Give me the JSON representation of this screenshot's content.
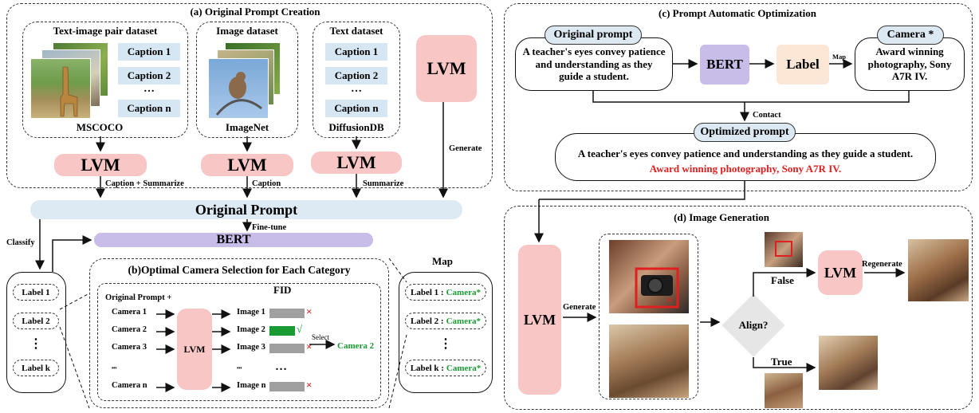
{
  "colors": {
    "lvm": "#f9c6c6",
    "bert": "#c8bde8",
    "label": "#fce6d6",
    "original_prompt_bar": "#dde9f3",
    "caption": "#d6e6f2",
    "green": "#1a9a33",
    "red": "#e02020"
  },
  "section_a": {
    "title": "(a) Original Prompt Creation",
    "text_image": {
      "title": "Text-image pair dataset",
      "captions": [
        "Caption 1",
        "Caption 2",
        "…",
        "Caption n"
      ],
      "name": "MSCOCO"
    },
    "image": {
      "title": "Image dataset",
      "name": "ImageNet"
    },
    "text": {
      "title": "Text dataset",
      "captions": [
        "Caption 1",
        "Caption 2",
        "…",
        "Caption n"
      ],
      "name": "DiffusionDB"
    },
    "lvm": "LVM",
    "generate": "Generate",
    "edge_labels": [
      "Caption + Summarize",
      "Caption",
      "Summarize"
    ]
  },
  "original_prompt": "Original  Prompt",
  "fine_tune": "Fine-tune",
  "bert": "BERT",
  "classify": "Classify",
  "labels": [
    "Label 1",
    "Label 2",
    "⋮",
    "Label k"
  ],
  "section_b": {
    "title": "(b)Optimal Camera Selection for Each Category",
    "fid": "FID",
    "prompt_plus": "Original Prompt +",
    "cameras": [
      "Camera 1",
      "Camera 2",
      "Camera 3",
      "┅",
      "Camera n"
    ],
    "images": [
      "Image 1",
      "Image 2",
      "Image 3",
      "┅",
      "Image n"
    ],
    "dots": "…",
    "lvm": "LVM",
    "select": "Select",
    "selected": "Camera 2",
    "check": "√",
    "cross": "×"
  },
  "map": {
    "title": "Map",
    "rows": [
      {
        "label": "Label 1 :",
        "camera": "Camera*"
      },
      {
        "label": "Label 2 :",
        "camera": "Camera*"
      },
      {
        "label": "⋮",
        "camera": ""
      },
      {
        "label": "Label k :",
        "camera": "Camera*"
      }
    ]
  },
  "section_c": {
    "title": "(c) Prompt Automatic Optimization",
    "original_prompt_tag": "Original prompt",
    "original_prompt_text": "A teacher's eyes convey patience and understanding as they guide a student.",
    "bert": "BERT",
    "label": "Label",
    "map": "Map",
    "camera_tag": "Camera *",
    "camera_text": "Award winning photography, Sony A7R IV.",
    "contact": "Contact",
    "optimized_tag": "Optimized prompt",
    "optimized_text": "A teacher's eyes convey patience and understanding as they guide a student.",
    "optimized_suffix": "Award winning photography, Sony A7R IV."
  },
  "section_d": {
    "title": "(d) Image Generation",
    "lvm": "LVM",
    "generate": "Generate",
    "align": "Align?",
    "false": "False",
    "true": "True",
    "regenerate": "Regenerate",
    "lvm2": "LVM"
  }
}
